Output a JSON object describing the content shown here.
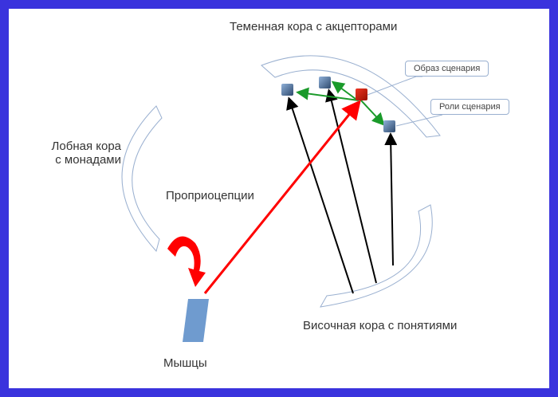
{
  "labels": {
    "parietal": "Теменная кора с акцепторами",
    "frontal_line1": "Лобная кора",
    "frontal_line2": "с монадами",
    "proprioception": "Проприоцепции",
    "muscles": "Мышцы",
    "temporal": "Височная кора с понятиями"
  },
  "callouts": {
    "scenario_image": "Образ сценария",
    "scenario_roles": "Роли сценария"
  },
  "colors": {
    "frame": "#3a33dd",
    "cortex": "#9ab0d0",
    "node": "#4a6f9a",
    "active_node": "#cc2211",
    "efferent": "#ff0000",
    "association": "#1a9a2a",
    "afferent": "#000000",
    "muscle": "#6f9bcf"
  }
}
